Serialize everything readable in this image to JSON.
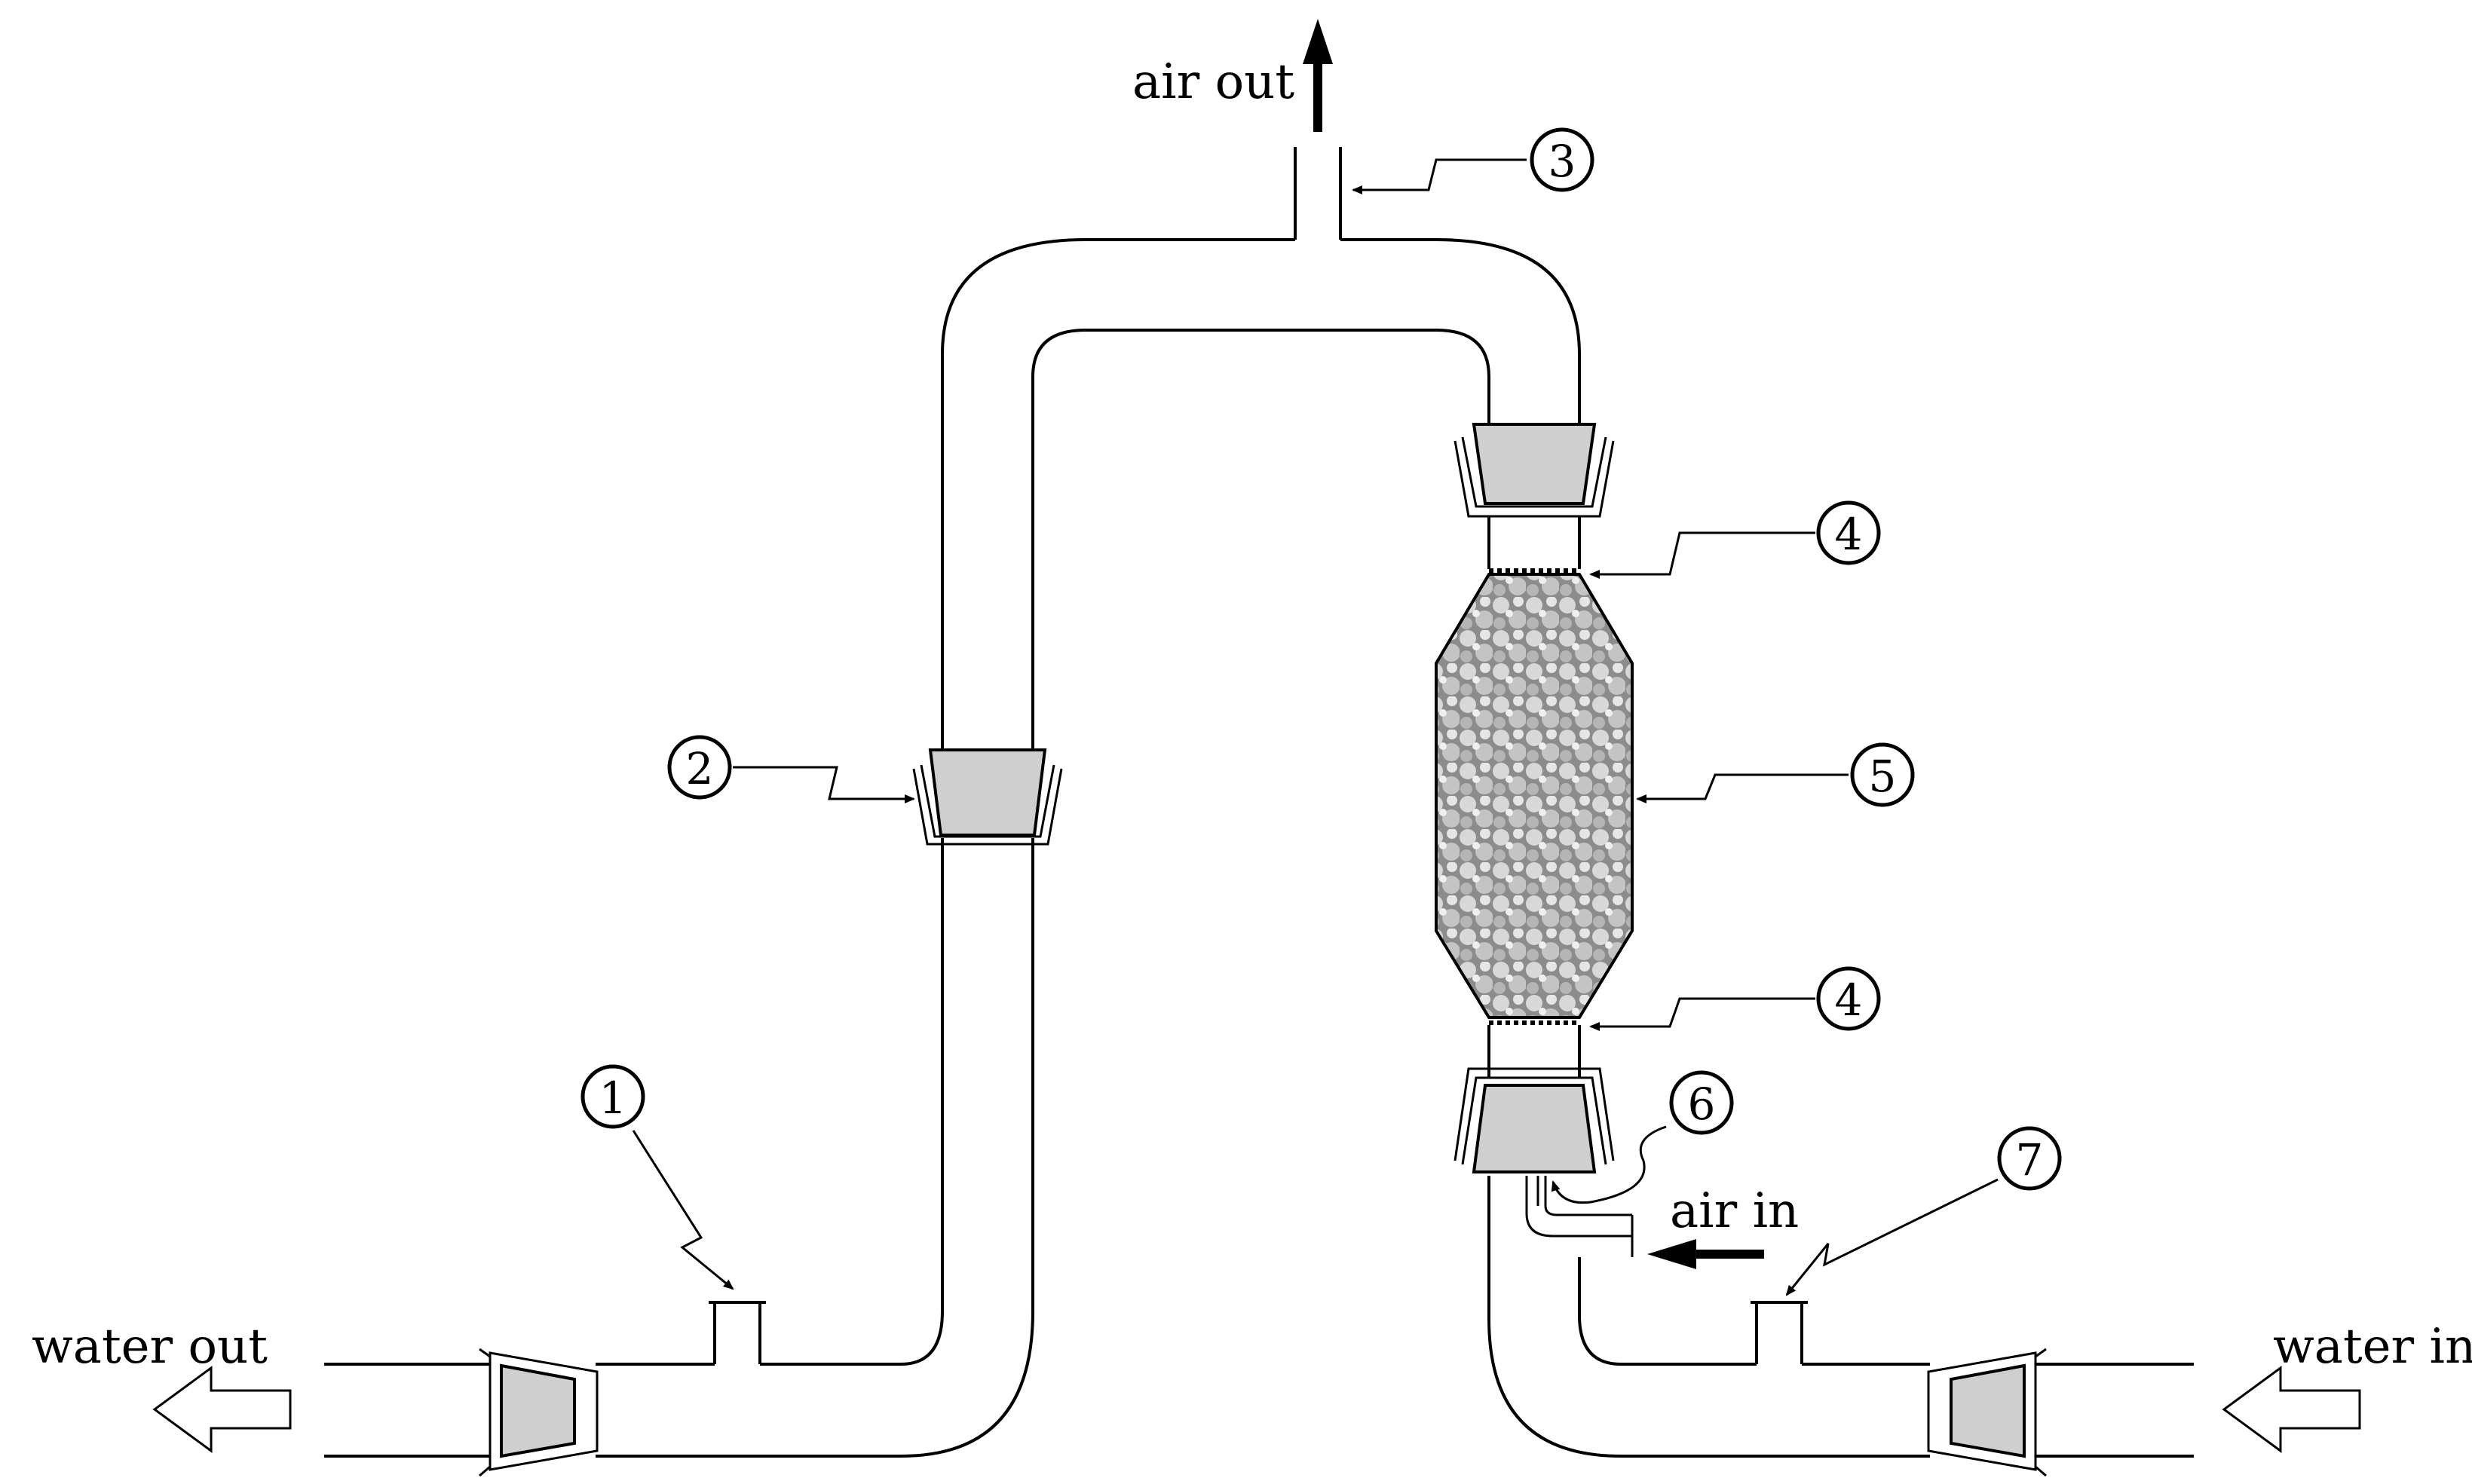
{
  "labels": {
    "air_out": "air out",
    "air_in": "air in",
    "water_out": "water out",
    "water_in": "water in"
  },
  "callouts": [
    {
      "id": "c1",
      "text": "1"
    },
    {
      "id": "c2",
      "text": "2"
    },
    {
      "id": "c3",
      "text": "3"
    },
    {
      "id": "c4a",
      "text": "4"
    },
    {
      "id": "c5",
      "text": "5"
    },
    {
      "id": "c4b",
      "text": "4"
    },
    {
      "id": "c6",
      "text": "6"
    },
    {
      "id": "c7",
      "text": "7"
    }
  ],
  "colors": {
    "line": "#000000",
    "stopper": "#cfcfcf",
    "packing": "#a9a9a9"
  }
}
